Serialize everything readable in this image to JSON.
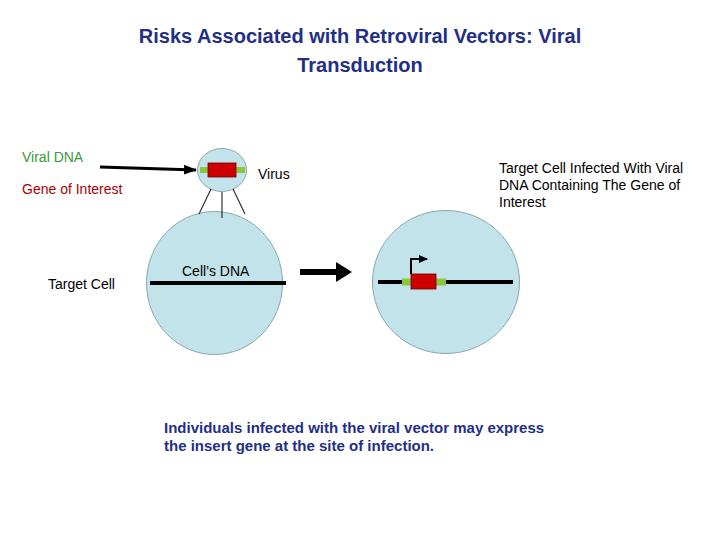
{
  "diagram": {
    "title": "Risks Associated with Retroviral Vectors: Viral Transduction",
    "caption": "Individuals infected with the viral vector may express the insert gene at the site of infection.",
    "nodes": [
      {
        "text": [
          "Virus"
        ]
      },
      {
        "text": [
          "Target Cell",
          "Cell’s DNA"
        ]
      },
      {
        "text": [
          "Target Cell Infected With Viral DNA Containing The Gene of Interest"
        ]
      }
    ],
    "edges": [
      {
        "from": 1,
        "to": 2,
        "arrow": "to"
      }
    ],
    "labels": [
      "Viral DNA",
      "Gene of Interest"
    ]
  }
}
